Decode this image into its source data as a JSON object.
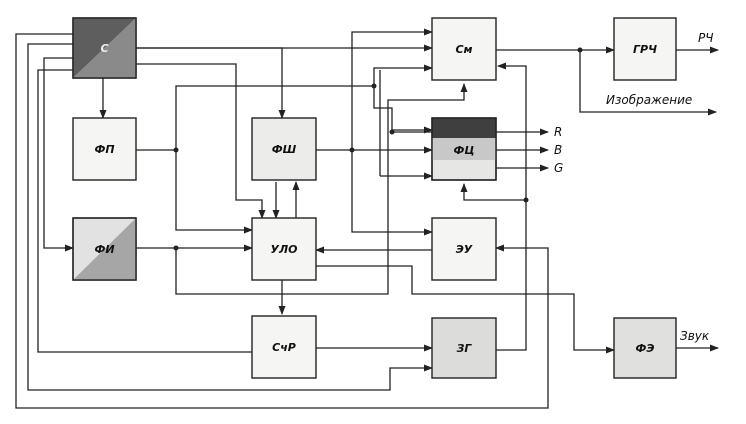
{
  "blocks": {
    "s": "С",
    "fp": "ФП",
    "fi": "ФИ",
    "fsh": "ФШ",
    "ulo": "УЛО",
    "chr": "СчР",
    "sm": "См",
    "fts": "ФЦ",
    "eu": "ЭУ",
    "zg": "ЗГ",
    "grch": "ГРЧ",
    "fe": "ФЭ"
  },
  "outputs": {
    "rch": "РЧ",
    "image": "Изображение",
    "r": "R",
    "b": "B",
    "g": "G",
    "sound": "Звук"
  },
  "colors": {
    "dark_fill": "#5e5e5e",
    "mid_fill": "#c8c8c8",
    "light_fill": "#e2e2e2",
    "block_fill": "#f5f5f3"
  }
}
